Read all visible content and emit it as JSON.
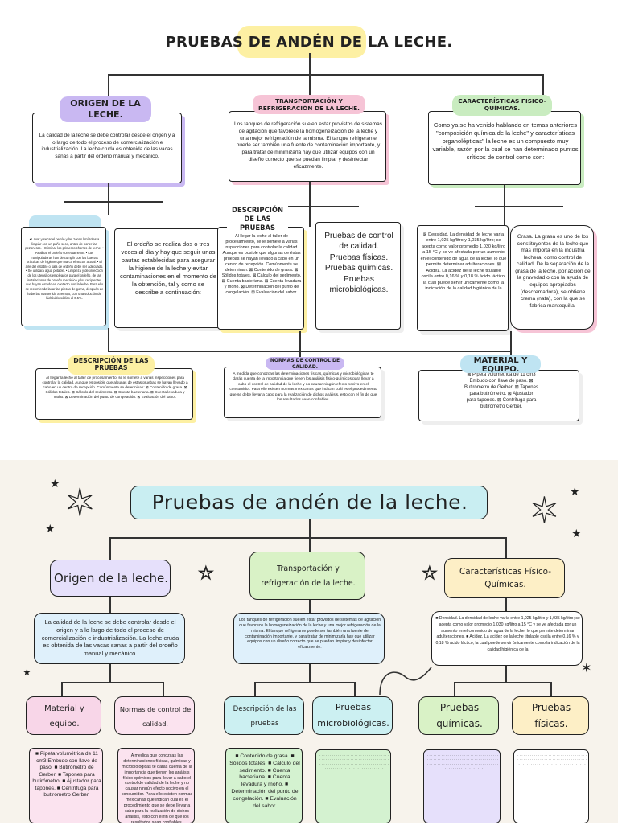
{
  "top": {
    "title": "PRUEBAS DE ANDÉN DE LA LECHE.",
    "origen": {
      "label": "ORIGEN DE LA LECHE.",
      "text": "La calidad de la leche se debe controlar desde el origen y a lo largo de todo el proceso de comercialización e industrialización. La leche cruda es obtenida de las vacas sanas a partir del ordeño manual y mecánico."
    },
    "transporte": {
      "label": "TRANSPORTACIÓN Y REFRIGERACIÓN DE LA LECHE.",
      "text": "Los tanques de refrigeración suelen estar provistos de sistemas de agitación que favorece la homogeneización de la leche y una mejor refrigeración de la misma. El tanque refrigerante puede ser también una fuente de contaminación importante, y para tratar de minimizarla hay que utilizar equipos con un diseño correcto que se puedan limpiar y desinfectar eficazmente."
    },
    "caracteristicas": {
      "label": "CARACTERÍSTICAS FISICO-QUÍMICAS.",
      "text": "Como ya se ha venido hablando en temas anteriores \"composición química de la leche\" y características organolépticas\" la leche es un compuesto muy variable, razón por la cual se han determinado puntos críticos de control como son:"
    },
    "origen_list": "• Lavar y secar el pezón y las zonas limítrofes a limpiar con un paño seco, antes de poner las pezoneras. • Eliminar los primeros chorros de leche. • Realizar el ordeño correctamente. • Las manipuladoras han de cumplir con las buenas prácticas de higiene que marca el sector actual. • El aire del establo o sala de ordeño debe ser adecuado. • Se utilizará agua potable. • Limpieza y desinfección de los utensilios empleados para el ordeño, de las instalaciones de ordeño mecánico y los recipientes que hayan estado en contacto con la leche. Para ello se recomienda lavar las piezas de goma, después de haberlas mantenido a remojo, con una solución de hidróxido sódico al 0.5%.",
    "ordeno_text": "El ordeño se realiza dos o tres veces al día y hay que seguir unas pautas establecidas para asegurar la higiene de la leche y evitar contaminaciones en el momento de la obtención, tal y como se describe a continuación:",
    "descripcion_label": "DESCRIPCIÓN DE LAS PRUEBAS",
    "descripcion_text": "Al llegar la leche al taller de procesamiento, se le somete a varias inspecciones para controlar la calidad. Aunque es posible que algunas de éstas pruebas se hayan llevado a cabo en un centro de recepción. Comúnmente se determinan: ⊠ Contenido de grasa. ⊠ Sólidos totales. ⊠ Cálculo del sedimento. ⊠ Cuenta bacteriana. ⊠ Cuenta levadura y moho. ⊠ Determinación del punto de congelación. ⊠ Evaluación del sabor.",
    "pruebas_text": "Pruebas de control de calidad. Pruebas físicas. Pruebas químicas. Pruebas microbiológicas.",
    "densidad_text": "⊠ Densidad. La densidad de leche varía entre 1,025 kg/litro y 1,035 kg/litro; se acepta como valor promedio 1,030 kg/litro a 15 °C y se ve afectada por un aumento en el contenido de agua de la leche, lo que permite determinar adulteraciones. ⊠ Acidez. La acidez de la leche titulable oscila entre 0,16 % y 0,18 % ácido láctico, la cual puede servir únicamente como la indicación de la calidad higiénica de la",
    "grasa_text": "Grasa. La grasa es uno de los constituyentes de la leche que más importa en la industria lechera, como control de calidad. De la separación de la grasa de la leche, por acción de la gravedad o con la ayuda de equipos apropiados (descremadora), se obtiene crema (nata), con la que se fabrica mantequilla.",
    "desc2_label": "DESCRIPCIÓN DE LAS PRUEBAS",
    "desc2_text": "Al llegar la leche al taller de procesamiento, se le somete a varias inspecciones para controlar la calidad. Aunque es posible que algunas de éstas pruebas se hayan llevado a cabo en un centro de recepción. Comúnmente se determinan: ⊠ Contenido de grasa. ⊠ Sólidos totales. ⊠ Cálculo del sedimento. ⊠ Cuenta bacteriana. ⊠ Cuenta levadura y moho. ⊠ Determinación del punto de congelación. ⊠ Evaluación del sabor.",
    "normas_label": "NORMAS DE CONTROL DE CALIDAD.",
    "normas_text": "A medida que conozcas las determinaciones físicas, químicas y microbiológicas te darás cuenta de la importancia que tienen los análisis físico-químicos para llevar a cabo el control de calidad de la leche y no causar ningún efecto nocivo en el consumidor. Para ello existen normas mexicanas que indican cuál es el procedimiento que se debe llevar a cabo para la realización de dichos análisis, esto con el fin de que los resultados sean confiables.",
    "material_label": "MATERIAL Y EQUIPO.",
    "material_text": "⊠ Pipeta volumétrica de 11 cm3 Embudo con llave de paso. ⊠ Butirómetro de Gerber. ⊠ Tapones para butirómetro. ⊠ Ajustador para tapones. ⊠ Centrífuga para butirómetro Gerber."
  },
  "bottom": {
    "title": "Pruebas de andén de la leche.",
    "origen_label": "Origen de la leche.",
    "origen_text": "La calidad de la leche se debe controlar desde el origen y a lo largo de todo el proceso de comercialización e industrialización. La leche cruda es obtenida de las vacas sanas a partir del ordeño manual y mecánico.",
    "transporte_label": "Transportación y refrigeración de la leche.",
    "transporte_text": "Los tanques de refrigeración suelen estar provistos de sistemas de agitación que favorece la homogeneización de la leche y una mejor refrigeración de la misma. El tanque refrigerante puede ser también una fuente de contaminación importante, y para tratar de minimizarla hay que utilizar equipos con un diseño correcto que se puedan limpiar y desinfectar eficazmente.",
    "caract_label": "Características Físico-Químicas.",
    "caract_text": "■ Densidad. La densidad de leche varía entre 1,025 kg/litro y 1,035 kg/litro; se acepta como valor promedio 1,030 kg/litro a 15 °C y se ve afectada por un aumento en el contenido de agua de la leche, lo que permite determinar adulteraciones. ■ Acidez. La acidez de la leche titulable oscila entre 0,16 % y 0,18 % ácido láctico, la cual puede servir únicamente como la indicación de la calidad higiénica de la",
    "material_label": "Material y equipo.",
    "material_text": "■ Pipeta volumétrica de 11 cm3 Embudo con llave de paso. ■ Butirómetro de Gerber. ■ Tapones para butirómetro. ■ Ajustador para tapones. ■ Centrífuga para butirómetro Gerber.",
    "normas_label": "Normas de control de calidad.",
    "normas_text": "A medida que conozcas las determinaciones físicas, químicas y microbiológicas te darás cuenta de la importancia que tienen los análisis físico-químicos para llevar a cabo el control de calidad de la leche y no causar ningún efecto nocivo en el consumidor. Para ello existen normas mexicanas que indican cuál es el procedimiento que se debe llevar a cabo para la realización de dichos análisis, esto con el fin de que los resultados sean confiables.",
    "desc_label": "Descripción de las pruebas",
    "desc_text": "■ Contenido de grasa. ■ Sólidos totales. ■ Cálculo del sedimento. ■ Cuenta bacteriana. ■ Cuenta levadura y moho. ■ Determinación del punto de congelación. ■ Evaluación del sabor.",
    "micro_label": "Pruebas microbiológicas.",
    "quimicas_label": "Pruebas químicas.",
    "fisicas_label": "Pruebas físicas."
  },
  "colors": {
    "yellow": "#fdf0a3",
    "purple": "#c9b8f2",
    "pink": "#f6c4d6",
    "green": "#c9ecc0",
    "blue": "#bfe4f2",
    "lavender": "#e6e0fb",
    "peach": "#fde7cf"
  }
}
